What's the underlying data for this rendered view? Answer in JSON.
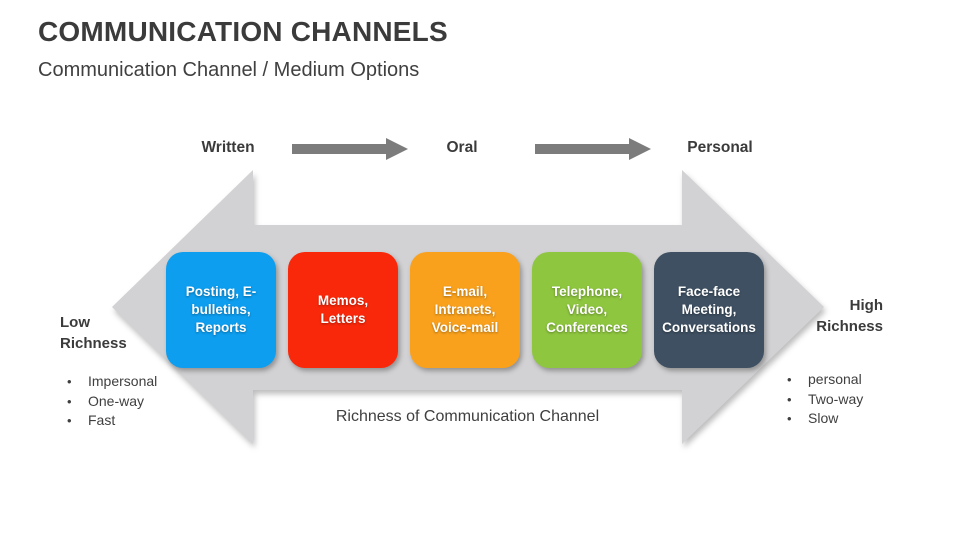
{
  "colors": {
    "title_text": "#3b3b3b",
    "body_text": "#3f3f3f",
    "big_arrow": "#d2d2d4",
    "mini_arrow": "#7c7c7c",
    "box_text": "#ffffff"
  },
  "glyphs": {
    "bullet": "•"
  },
  "slide": {
    "title": "COMMUNICATION CHANNELS",
    "subtitle": "Communication Channel / Medium Options"
  },
  "top_axis": {
    "labels": [
      "Written",
      "Oral",
      "Personal"
    ]
  },
  "diagram": {
    "boxes": [
      {
        "label": "Posting, E-bulletins, Reports",
        "color": "#0d9ef0",
        "lines": [
          "Posting, E-",
          "bulletins,",
          "Reports"
        ]
      },
      {
        "label": "Memos, Letters",
        "color": "#f9280a",
        "lines": [
          "Memos,",
          "Letters"
        ]
      },
      {
        "label": "E-mail, Intranets, Voice-mail",
        "color": "#f9a11d",
        "lines": [
          "E-mail,",
          "Intranets,",
          "Voice-mail"
        ]
      },
      {
        "label": "Telephone, Video, Conferences",
        "color": "#8ec63f",
        "lines": [
          "Telephone,",
          "Video,",
          "Conferences"
        ]
      },
      {
        "label": "Face-face Meeting, Conversations",
        "color": "#3e5062",
        "lines": [
          "Face-face",
          "Meeting,",
          "Conversations"
        ]
      }
    ],
    "bottom_label": "Richness of Communication Channel"
  },
  "left_annotation": {
    "heading": [
      "Low",
      "Richness"
    ],
    "bullets": [
      "Impersonal",
      "One-way",
      "Fast"
    ]
  },
  "right_annotation": {
    "heading": [
      "High",
      "Richness"
    ],
    "bullets": [
      "personal",
      "Two-way",
      "Slow"
    ]
  }
}
